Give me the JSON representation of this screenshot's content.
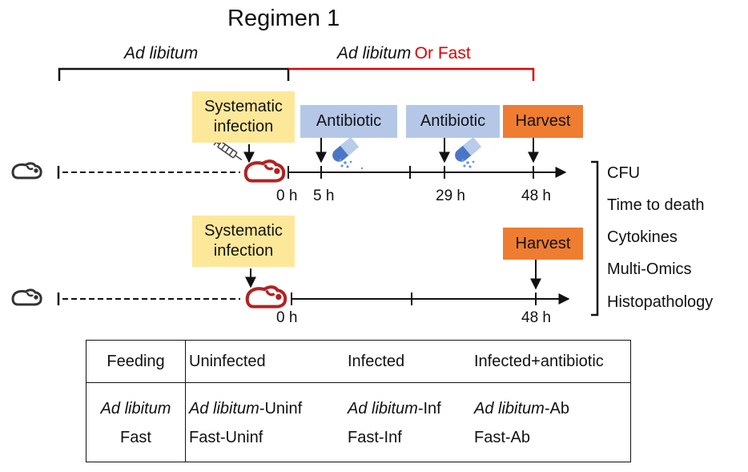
{
  "title": "Regimen 1",
  "phases": {
    "left_label": "Ad libitum",
    "right_label_italic": "Ad libitum",
    "right_label_red": "Or Fast"
  },
  "colors": {
    "red_bracket": "#e00000",
    "mouse_infected": "#b22222",
    "mouse_healthy": "#333333",
    "box_yellow": "#fde89a",
    "box_blue": "#b4c7e7",
    "box_orange": "#ee7d31"
  },
  "timeline1": {
    "infection_box": "Systematic\ninfection",
    "antibiotic1": "Antibiotic",
    "antibiotic2": "Antibiotic",
    "harvest": "Harvest",
    "ticks": [
      "0 h",
      "5 h",
      "29 h",
      "48 h"
    ]
  },
  "timeline2": {
    "infection_box": "Systematic\ninfection",
    "harvest": "Harvest",
    "ticks": [
      "0 h",
      "48 h"
    ]
  },
  "readouts": [
    "CFU",
    "Time to death",
    "Cytokines",
    "Multi-Omics",
    "Histopathology"
  ],
  "table": {
    "headers": [
      "Feeding",
      "Uninfected",
      "Infected",
      "Infected+antibiotic"
    ],
    "rows": [
      {
        "feeding": "Ad libitum",
        "cells": [
          {
            "prefix": "Ad libitum",
            "suffix": "-Uninf"
          },
          {
            "prefix": "Ad libitum",
            "suffix": "-Inf"
          },
          {
            "prefix": "Ad libitum",
            "suffix": "-Ab"
          }
        ]
      },
      {
        "feeding": "Fast",
        "cells": [
          {
            "prefix": "",
            "suffix": "Fast-Uninf"
          },
          {
            "prefix": "",
            "suffix": "Fast-Inf"
          },
          {
            "prefix": "",
            "suffix": "Fast-Ab"
          }
        ]
      }
    ]
  }
}
